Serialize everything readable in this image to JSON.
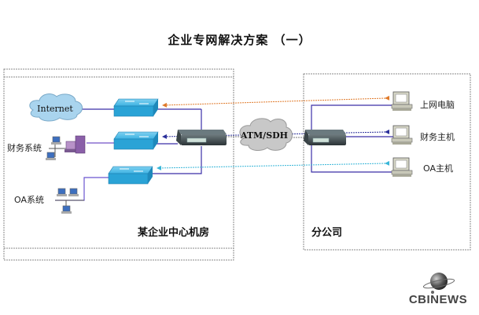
{
  "title": "企业专网解决方案 （一）",
  "hq": {
    "label": "某企业中心机房",
    "nodes": {
      "internet": "Internet",
      "finance": "财务系统",
      "oa": "OA系统"
    }
  },
  "wan": {
    "label": "ATM/SDH"
  },
  "branch": {
    "label": "分公司",
    "nodes": {
      "web_pc": "上网电脑",
      "finance_host": "财务主机",
      "oa_host": "OA主机"
    }
  },
  "colors": {
    "link_line": "#3b2fa8",
    "finance_line": "#8a6fd0",
    "internet_flow": "#e07a2a",
    "finance_flow": "#2a2f9a",
    "oa_flow": "#38b6d8",
    "switch": "#2aa3d6",
    "cloud_internet": "#a9d4ee",
    "cloud_wan": "#c8c8c8"
  },
  "logo": {
    "text": "CBINEWS"
  }
}
